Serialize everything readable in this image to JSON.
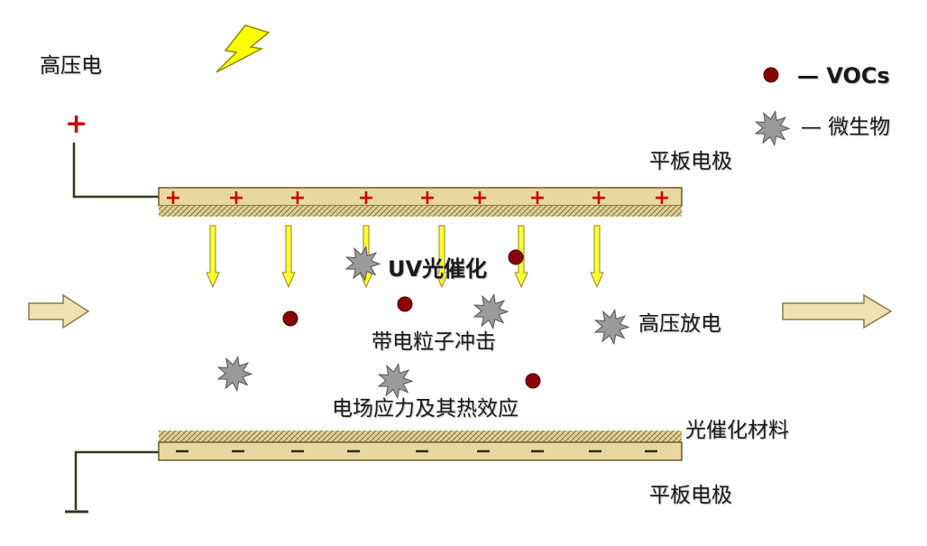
{
  "labels": {
    "high_voltage": "高压电",
    "plus_sign": "+",
    "legend_vocs": "— VOCs",
    "legend_microbe": "— 微生物",
    "plate_electrode_top": "平板电极",
    "uv_photocatalysis": "UV光催化",
    "high_voltage_discharge": "高压放电",
    "charged_particle_impact": "带电粒子冲击",
    "field_stress_thermal": "电场应力及其热效应",
    "photocatalytic_material": "光催化材料",
    "plate_electrode_bottom": "平板电极"
  },
  "top_plate_charges": [
    "+",
    "+",
    "+",
    "+",
    "+",
    "+",
    "+",
    "+",
    "+"
  ],
  "bottom_plate_charges": [
    "−",
    "−",
    "−",
    "−",
    "−",
    "−",
    "−",
    "−",
    "−",
    "−",
    "−"
  ],
  "colors": {
    "plate_fill": "#e8d8a0",
    "plate_stroke": "#6b5a2a",
    "plus_red": "#cc0000",
    "voc_dot": "#8b0000",
    "microbe_gray": "#9a9a9a",
    "uv_arrow": "#ffff33",
    "flow_arrow": "#f0e2b0",
    "wire": "#2f3a1a",
    "lightning": "#ffff00"
  },
  "icons": {
    "lightning": "lightning-bolt-icon",
    "voc": "voc-particle-icon",
    "microbe": "microbe-icon"
  }
}
